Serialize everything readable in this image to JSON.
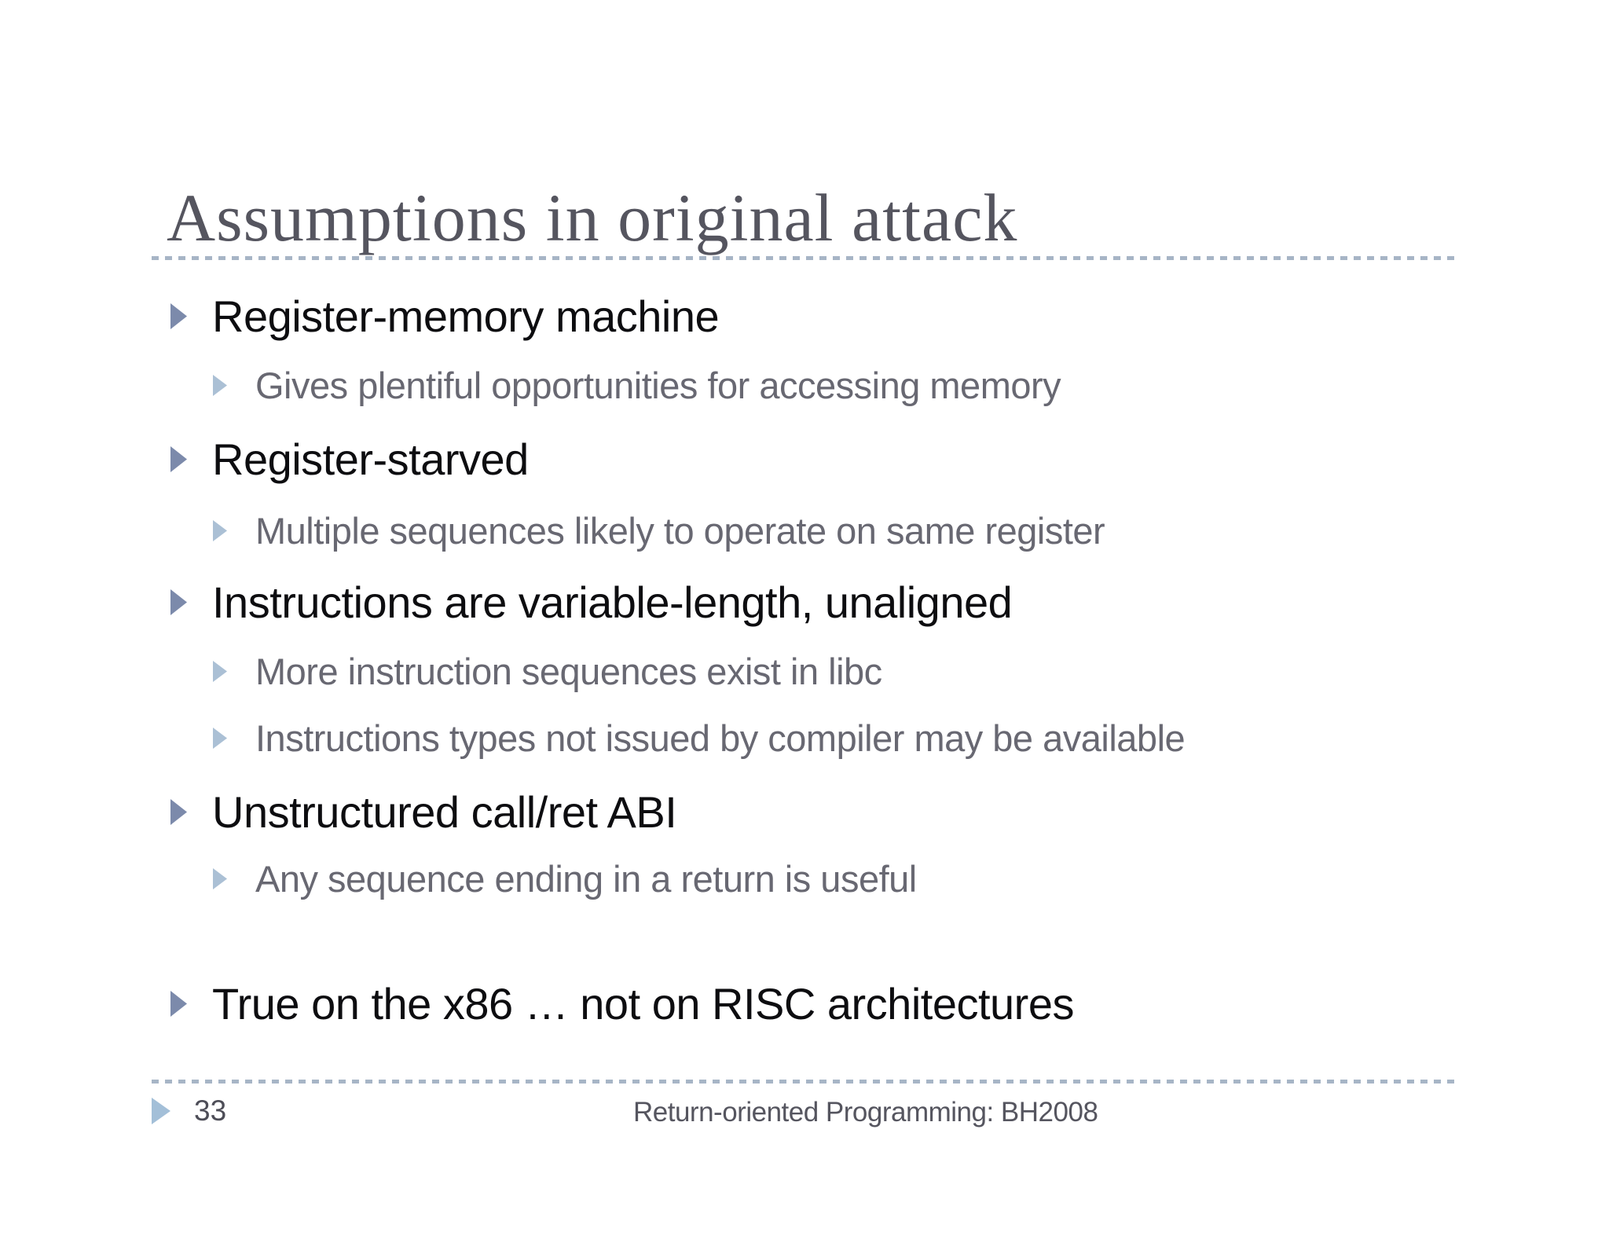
{
  "slide": {
    "title": "Assumptions in original attack",
    "bullets": [
      {
        "level": 1,
        "text": "Register-memory machine"
      },
      {
        "level": 2,
        "text": "Gives plentiful opportunities for accessing memory"
      },
      {
        "level": 1,
        "text": "Register-starved"
      },
      {
        "level": 2,
        "text": "Multiple sequences likely to operate on same register"
      },
      {
        "level": 1,
        "text": "Instructions are variable-length, unaligned"
      },
      {
        "level": 2,
        "text": "More instruction sequences exist in libc"
      },
      {
        "level": 2,
        "text": "Instructions types not issued by compiler may be available"
      },
      {
        "level": 1,
        "text": "Unstructured call/ret ABI"
      },
      {
        "level": 2,
        "text": "Any sequence ending in a return is useful"
      },
      {
        "level": 1,
        "text": "True on the x86 … not on RISC architectures"
      }
    ],
    "footer": {
      "page_number": "33",
      "deck_title": "Return-oriented Programming: BH2008"
    },
    "colors": {
      "title_text": "#55555f",
      "level1_text": "#0d0d10",
      "level2_text": "#686872",
      "level1_marker": "#7c8aab",
      "level2_marker": "#abc0d5",
      "footer_marker": "#a3bfd8",
      "dashed_rule": "#a7b5c6",
      "background": "#ffffff"
    },
    "icons": {
      "bullet_marker": "right-triangle"
    }
  }
}
